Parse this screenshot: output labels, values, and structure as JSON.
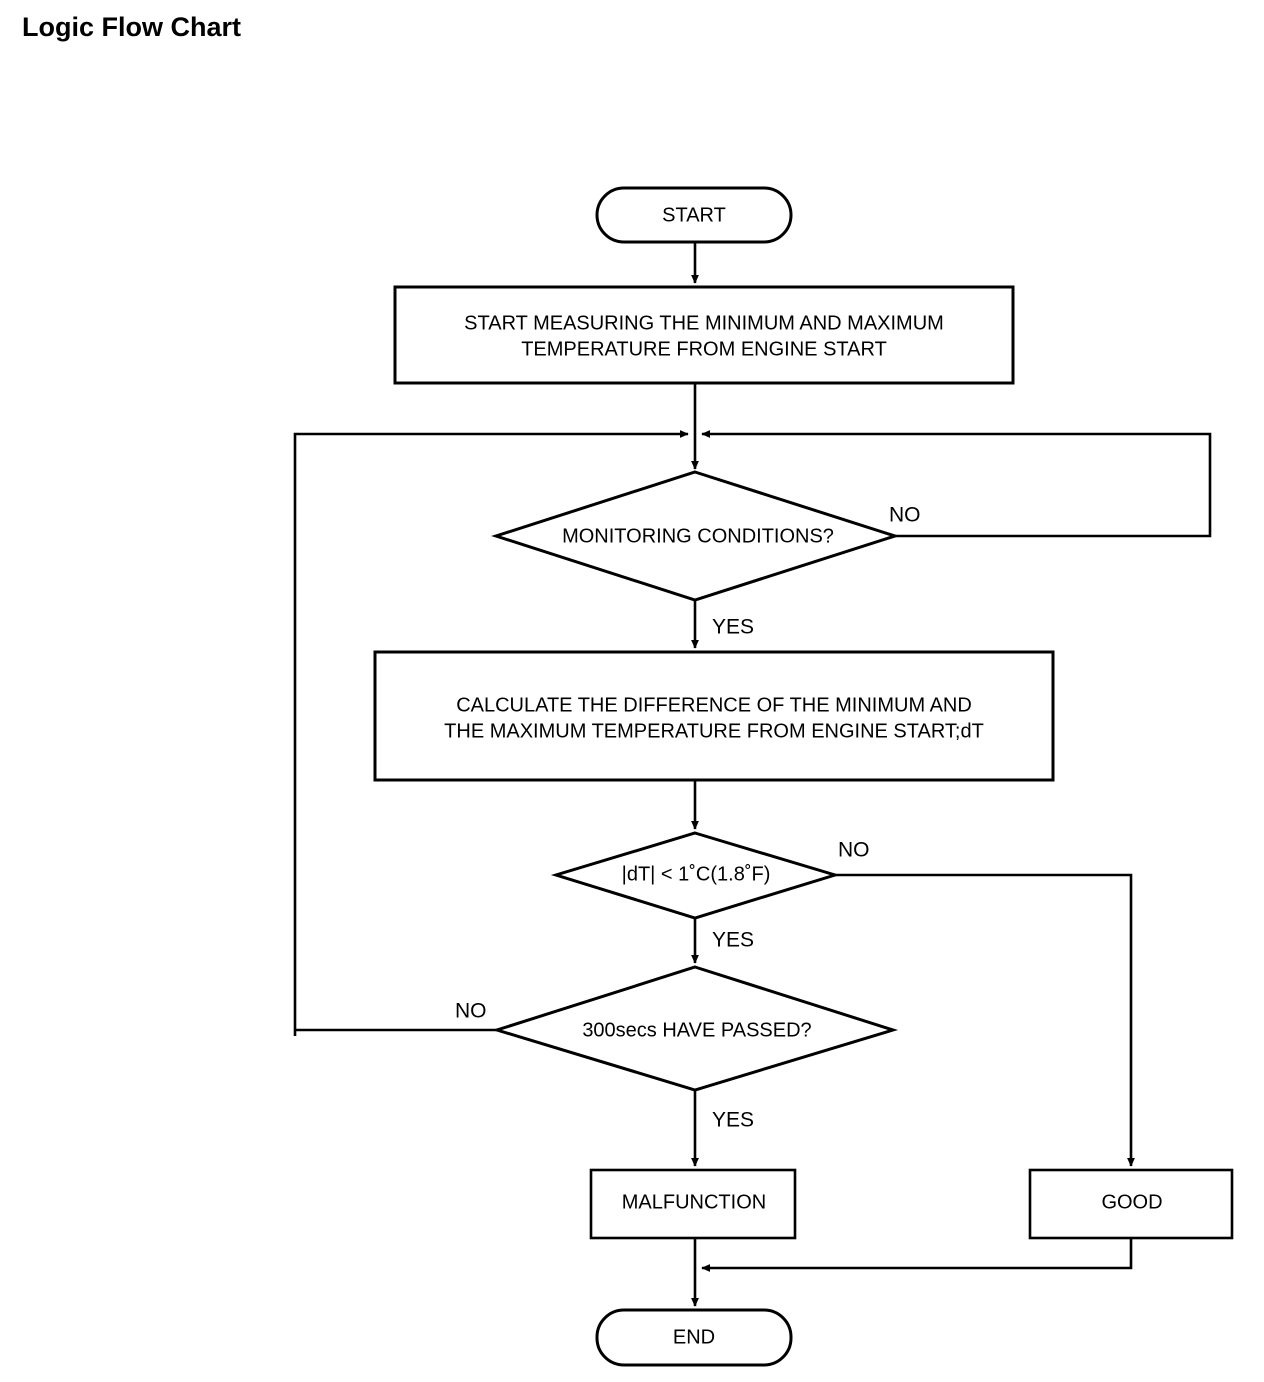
{
  "page": {
    "title": "Logic Flow Chart"
  },
  "chart_data": {
    "type": "diagram",
    "diagram_kind": "flowchart",
    "title": "Logic Flow Chart",
    "orientation": "top-to-bottom",
    "nodes": [
      {
        "id": "start",
        "shape": "terminator",
        "label": "START"
      },
      {
        "id": "measure",
        "shape": "process",
        "label": "START MEASURING THE MINIMUM AND MAXIMUM TEMPERATURE FROM ENGINE START",
        "line1": "START MEASURING THE MINIMUM AND MAXIMUM",
        "line2": "TEMPERATURE FROM ENGINE START"
      },
      {
        "id": "monitoring",
        "shape": "decision",
        "label": "MONITORING CONDITIONS?"
      },
      {
        "id": "calculate",
        "shape": "process",
        "label": "CALCULATE THE DIFFERENCE OF THE MINIMUM AND THE MAXIMUM TEMPERATURE FROM ENGINE START;dT",
        "line1": "CALCULATE THE DIFFERENCE OF THE MINIMUM AND",
        "line2": "THE MAXIMUM TEMPERATURE FROM ENGINE START;dT"
      },
      {
        "id": "dt-check",
        "shape": "decision",
        "label": "|dT| < 1˚C(1.8˚F)"
      },
      {
        "id": "timer",
        "shape": "decision",
        "label": "300secs HAVE PASSED?"
      },
      {
        "id": "malfunction",
        "shape": "process",
        "label": "MALFUNCTION"
      },
      {
        "id": "good",
        "shape": "process",
        "label": "GOOD"
      },
      {
        "id": "end",
        "shape": "terminator",
        "label": "END"
      }
    ],
    "edges": [
      {
        "from": "start",
        "to": "measure",
        "label": ""
      },
      {
        "from": "measure",
        "to": "monitoring",
        "label": ""
      },
      {
        "from": "monitoring",
        "to": "monitoring",
        "label": "NO",
        "note": "loops right and back to input of monitoring decision"
      },
      {
        "from": "monitoring",
        "to": "calculate",
        "label": "YES"
      },
      {
        "from": "calculate",
        "to": "dt-check",
        "label": ""
      },
      {
        "from": "dt-check",
        "to": "good",
        "label": "NO"
      },
      {
        "from": "dt-check",
        "to": "timer",
        "label": "YES"
      },
      {
        "from": "timer",
        "to": "monitoring",
        "label": "NO",
        "note": "loops left and back to input of monitoring decision"
      },
      {
        "from": "timer",
        "to": "malfunction",
        "label": "YES"
      },
      {
        "from": "malfunction",
        "to": "end",
        "label": ""
      },
      {
        "from": "good",
        "to": "end",
        "label": ""
      }
    ],
    "edge_labels": {
      "monitoring_no": "NO",
      "monitoring_yes": "YES",
      "dt_no": "NO",
      "dt_yes": "YES",
      "timer_no": "NO",
      "timer_yes": "YES"
    }
  },
  "colors": {
    "background": "#ffffff",
    "stroke": "#000000",
    "text": "#000000"
  }
}
